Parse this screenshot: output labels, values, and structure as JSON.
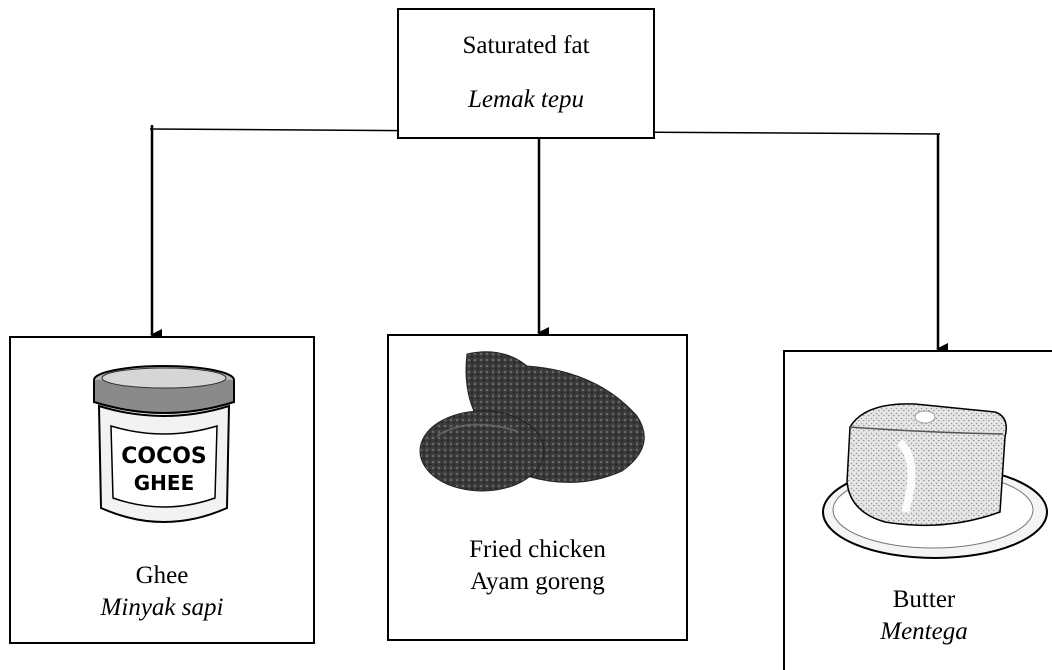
{
  "root": {
    "label_en": "Saturated fat",
    "label_my": "Lemak tepu"
  },
  "children": [
    {
      "label_en": "Ghee",
      "label_my": "Minyak sapi",
      "image": "ghee-jar-icon",
      "jar_text_line1": "COCOS",
      "jar_text_line2": "GHEE"
    },
    {
      "label_en": "Fried chicken",
      "label_my": "Ayam goreng",
      "image": "fried-chicken-icon"
    },
    {
      "label_en": "Butter",
      "label_my": "Mentega",
      "image": "butter-icon"
    }
  ]
}
